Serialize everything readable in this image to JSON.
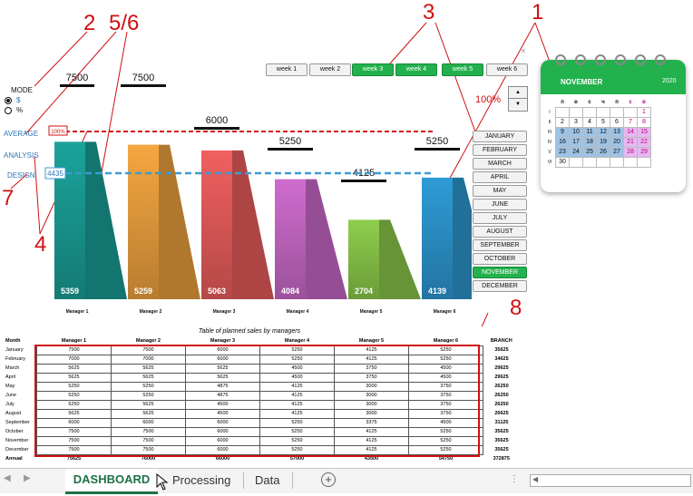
{
  "annotations": [
    "2",
    "5/6",
    "3",
    "1",
    "7",
    "4",
    "8"
  ],
  "mode": {
    "title": "MODE",
    "opt_dollar": "$",
    "opt_pct": "%"
  },
  "side": {
    "average": "AVERAGE",
    "analysis": "ANALYSIS",
    "design": "DESIGN"
  },
  "targets": [
    "7500",
    "7500",
    "6000",
    "5250",
    "4125",
    "5250"
  ],
  "chart_data": {
    "type": "bar",
    "categories": [
      "Manager 1",
      "Manager 2",
      "Manager 3",
      "Manager 4",
      "Manager 5",
      "Manager 6"
    ],
    "values": [
      5359,
      5259,
      5063,
      4084,
      2704,
      4139
    ],
    "targets": [
      7500,
      7500,
      6000,
      5250,
      4125,
      5250
    ],
    "average_label": "4435",
    "plan_label": "100%",
    "colors": [
      "#1aa39a",
      "#f5a640",
      "#f0605f",
      "#cf6ccf",
      "#8fce4c",
      "#2e9bd6"
    ]
  },
  "weeks": {
    "items": [
      "week 1",
      "week 2",
      "week 3",
      "week 4",
      "week 5",
      "week 6"
    ],
    "active": [
      2,
      3,
      4
    ]
  },
  "percent": "100%",
  "months": {
    "items": [
      "JANUARY",
      "FEBRUARY",
      "MARCH",
      "APRIL",
      "MAY",
      "JUNE",
      "JULY",
      "AUGUST",
      "SEPTEMBER",
      "OCTOBER",
      "NOVEMBER",
      "DECEMBER"
    ],
    "active": 10
  },
  "calendar": {
    "month": "NOVEMBER",
    "year": "2020",
    "days": [
      "п",
      "в",
      "с",
      "ч",
      "п",
      "с",
      "в"
    ],
    "rows": [
      "I",
      "II",
      "III",
      "IV",
      "V",
      "VI"
    ],
    "weeks": [
      [
        "",
        "",
        "",
        "",
        "",
        "",
        "1"
      ],
      [
        "2",
        "3",
        "4",
        "5",
        "6",
        "7",
        "8"
      ],
      [
        "9",
        "10",
        "11",
        "12",
        "13",
        "14",
        "15"
      ],
      [
        "16",
        "17",
        "18",
        "19",
        "20",
        "21",
        "22"
      ],
      [
        "23",
        "24",
        "25",
        "26",
        "27",
        "28",
        "29"
      ],
      [
        "30",
        "",
        "",
        "",
        "",
        "",
        ""
      ]
    ]
  },
  "table": {
    "title": "Table of planned sales by managers",
    "header": [
      "Month",
      "Manager 1",
      "Manager 2",
      "Manager 3",
      "Manager 4",
      "Manager 5",
      "Manager 6",
      "BRANCH"
    ],
    "rows": [
      [
        "January",
        "7500",
        "7500",
        "6000",
        "5250",
        "4125",
        "5250",
        "35625"
      ],
      [
        "February",
        "7000",
        "7000",
        "6000",
        "5250",
        "4125",
        "5250",
        "34625"
      ],
      [
        "March",
        "5625",
        "5625",
        "5625",
        "4500",
        "3750",
        "4500",
        "29625"
      ],
      [
        "April",
        "5625",
        "5625",
        "5625",
        "4500",
        "3750",
        "4500",
        "29625"
      ],
      [
        "May",
        "5250",
        "5250",
        "4875",
        "4125",
        "3000",
        "3750",
        "26250"
      ],
      [
        "June",
        "5250",
        "5250",
        "4875",
        "4125",
        "3000",
        "3750",
        "26250"
      ],
      [
        "July",
        "5250",
        "5625",
        "4500",
        "4125",
        "3000",
        "3750",
        "26250"
      ],
      [
        "August",
        "5625",
        "5625",
        "4500",
        "4125",
        "3000",
        "3750",
        "26625"
      ],
      [
        "September",
        "6000",
        "6000",
        "6000",
        "5250",
        "3375",
        "4500",
        "31125"
      ],
      [
        "October",
        "7500",
        "7500",
        "6000",
        "5250",
        "4125",
        "5250",
        "35625"
      ],
      [
        "November",
        "7500",
        "7500",
        "6000",
        "5250",
        "4125",
        "5250",
        "35625"
      ],
      [
        "December",
        "7500",
        "7500",
        "6000",
        "5250",
        "4125",
        "5250",
        "35625"
      ]
    ],
    "annual": [
      "Annual",
      "75625",
      "76000",
      "66000",
      "57000",
      "43500",
      "54750",
      "372875"
    ]
  },
  "tabs": {
    "dashboard": "DASHBOARD",
    "processing": "Processing",
    "data": "Data",
    "add": "+"
  }
}
